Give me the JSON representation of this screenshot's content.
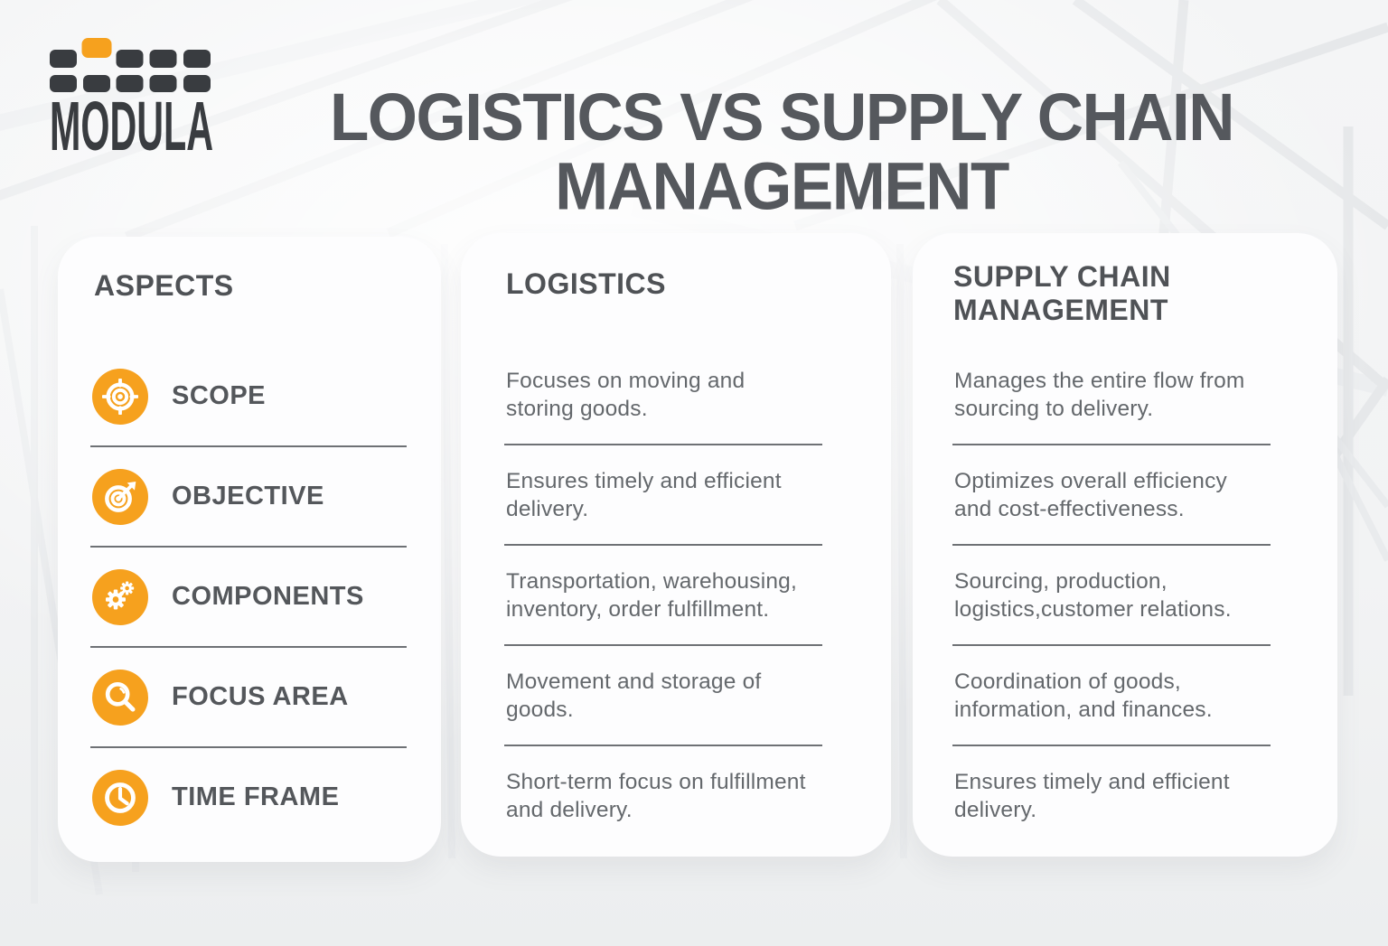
{
  "colors": {
    "accent_orange": "#F6A11E",
    "heading_gray": "#54575B",
    "body_gray": "#64686C",
    "logo_dark": "#393C40"
  },
  "logo": {
    "wordmark": "MODULA"
  },
  "title": {
    "line1": "LOGISTICS VS SUPPLY CHAIN",
    "line2": "MANAGEMENT"
  },
  "aspects_column": {
    "header": "ASPECTS",
    "rows": [
      {
        "icon": "target-scope-icon",
        "label": "SCOPE"
      },
      {
        "icon": "dartboard-objective-icon",
        "label": "OBJECTIVE"
      },
      {
        "icon": "gears-components-icon",
        "label": "COMPONENTS"
      },
      {
        "icon": "magnifier-focus-icon",
        "label": "FOCUS AREA"
      },
      {
        "icon": "clock-time-icon",
        "label": "TIME FRAME"
      }
    ]
  },
  "logistics_column": {
    "header": "LOGISTICS",
    "rows": [
      "Focuses on moving and\nstoring goods.",
      "Ensures timely and efficient\ndelivery.",
      "Transportation, warehousing,\ninventory, order fulfillment.",
      "Movement and storage of\ngoods.",
      "Short-term focus on fulfillment\nand delivery."
    ]
  },
  "scm_column": {
    "header": "SUPPLY CHAIN\nMANAGEMENT",
    "rows": [
      "Manages the entire flow from\nsourcing to delivery.",
      "Optimizes overall efficiency\nand cost-effectiveness.",
      "Sourcing, production,\nlogistics,customer relations.",
      "Coordination of goods,\ninformation, and finances.",
      "Ensures timely and efficient\ndelivery."
    ]
  }
}
